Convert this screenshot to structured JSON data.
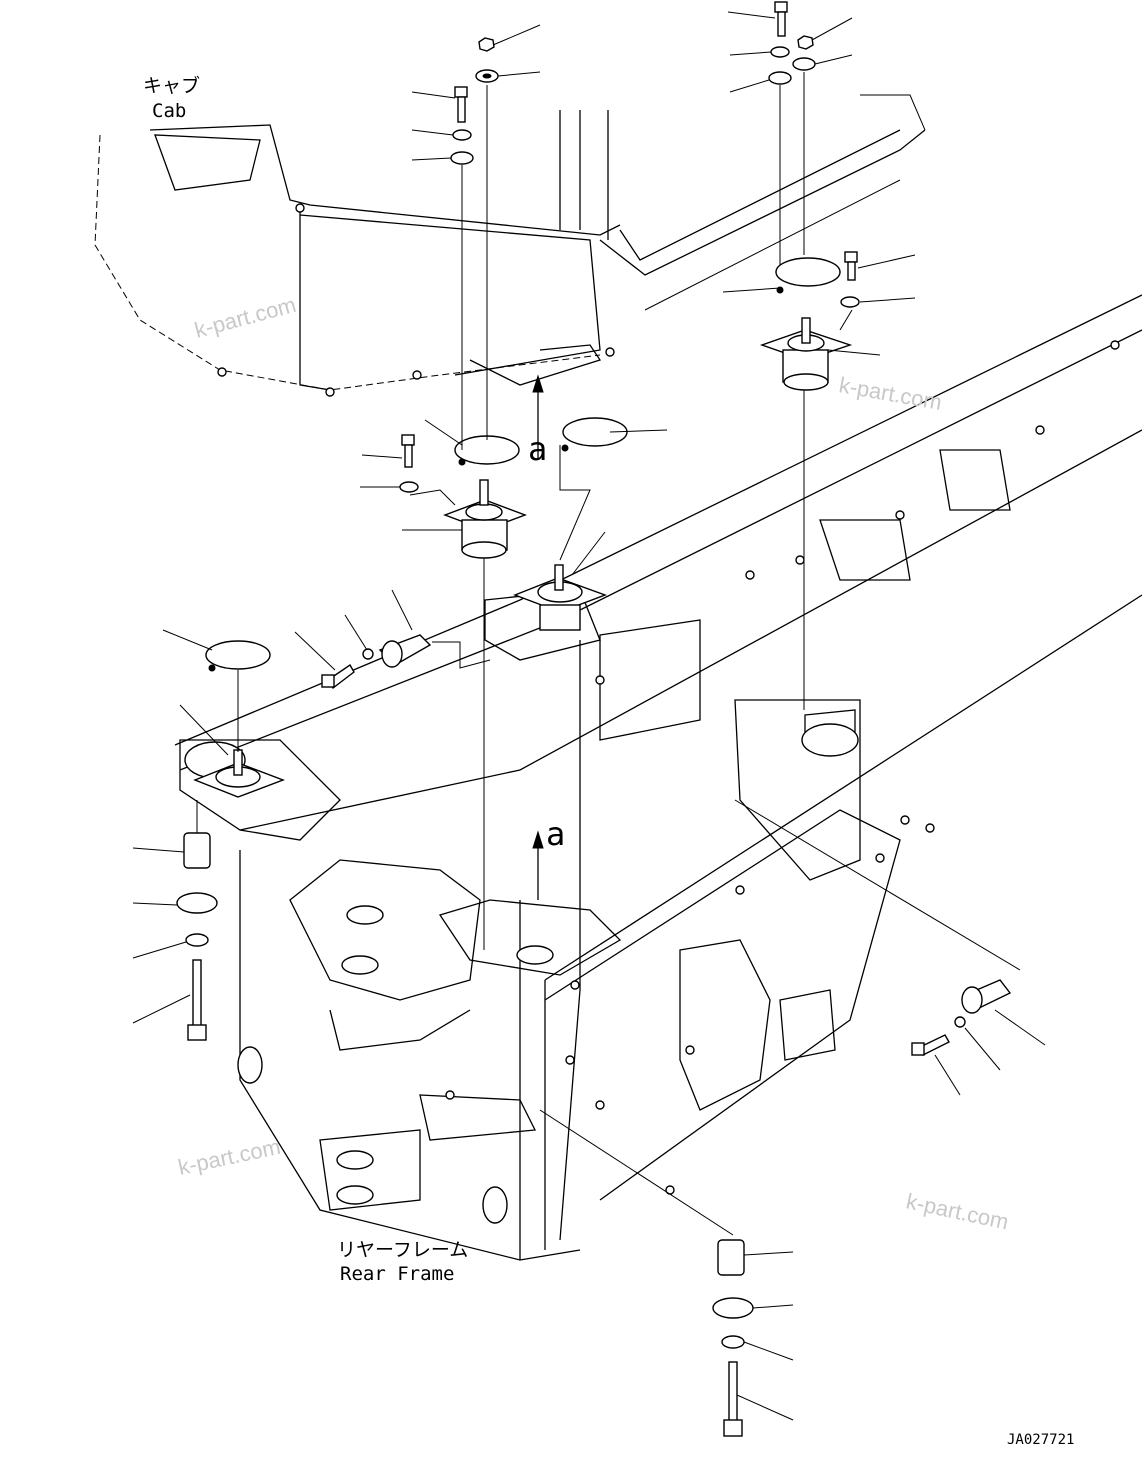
{
  "labels": {
    "cab_jp": "キャブ",
    "cab_en": "Cab",
    "frame_jp": "リヤーフレーム",
    "frame_en": "Rear Frame",
    "view_a_upper": "a",
    "view_a_lower": "a",
    "drawing_number": "JA027721"
  },
  "watermarks": [
    "k-part.com",
    "k-part.com",
    "k-part.com",
    "k-part.com"
  ],
  "colors": {
    "ink": "#000000",
    "paper": "#ffffff",
    "watermark": "#c8c8c8"
  }
}
